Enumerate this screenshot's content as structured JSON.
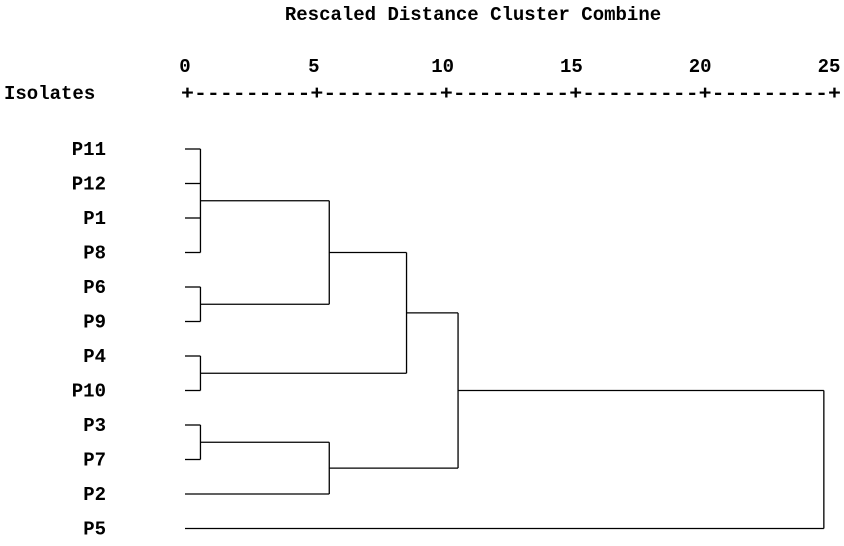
{
  "chart_data": {
    "type": "dendrogram",
    "title": "Rescaled Distance Cluster Combine",
    "row_header": "Isolates",
    "xlim": [
      0,
      25
    ],
    "xticks": [
      0,
      5,
      10,
      15,
      20,
      25
    ],
    "axis_string": "+---------+---------+---------+---------+---------+",
    "leaves": [
      "P11",
      "P12",
      "P1",
      "P8",
      "P6",
      "P9",
      "P4",
      "P10",
      "P3",
      "P7",
      "P2",
      "P5"
    ],
    "merges": [
      {
        "id": "A",
        "members": [
          "P11",
          "P12",
          "P1",
          "P8"
        ],
        "distance": 0.6
      },
      {
        "id": "B",
        "members": [
          "P6",
          "P9"
        ],
        "distance": 0.6
      },
      {
        "id": "C",
        "members": [
          "P4",
          "P10"
        ],
        "distance": 0.6
      },
      {
        "id": "D",
        "members": [
          "P3",
          "P7"
        ],
        "distance": 0.6
      },
      {
        "id": "E",
        "members": [
          "A",
          "B"
        ],
        "distance": 5.6
      },
      {
        "id": "F",
        "members": [
          "D",
          "P2"
        ],
        "distance": 5.6
      },
      {
        "id": "G",
        "members": [
          "E",
          "C"
        ],
        "distance": 8.6
      },
      {
        "id": "H",
        "members": [
          "G",
          "F"
        ],
        "distance": 10.6
      },
      {
        "id": "I",
        "members": [
          "H",
          "P5"
        ],
        "distance": 24.8
      }
    ]
  }
}
